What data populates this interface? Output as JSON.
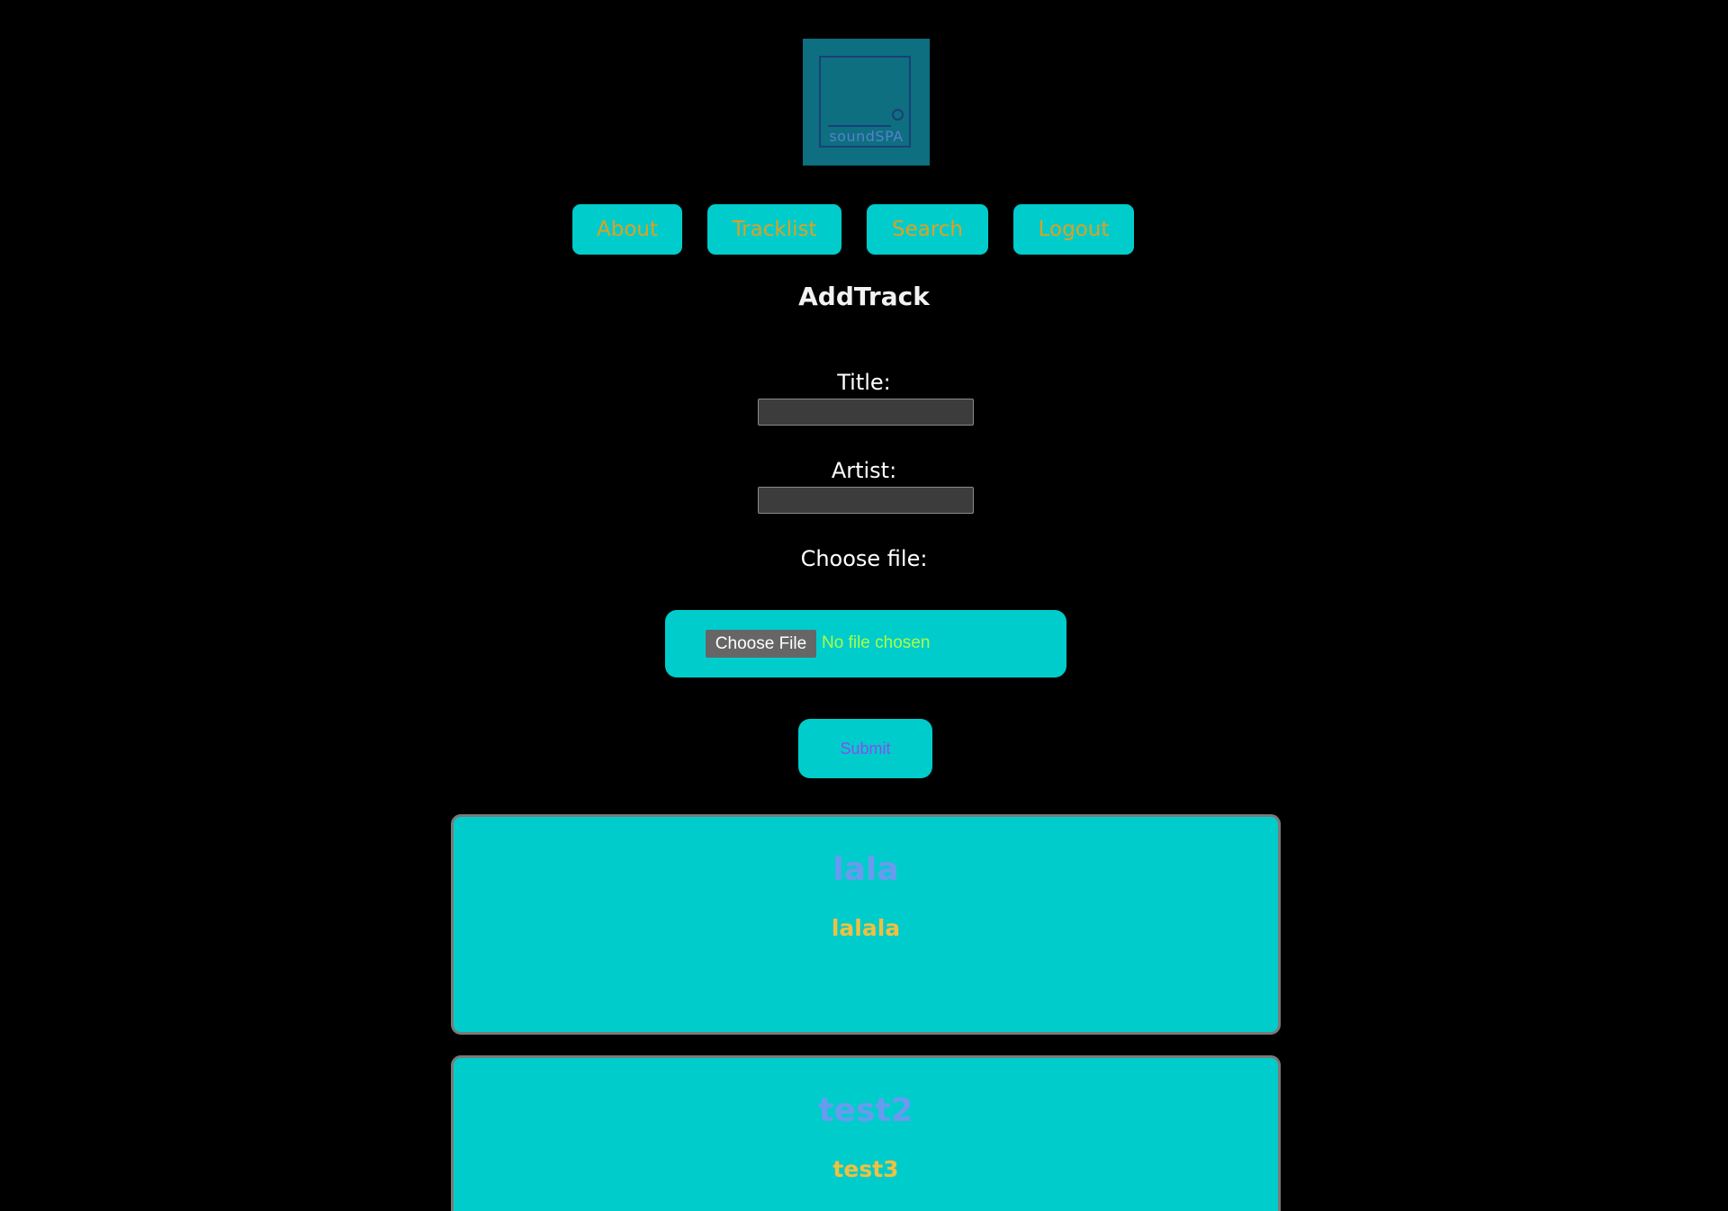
{
  "logo": {
    "text": "soundSPA"
  },
  "nav": {
    "items": [
      {
        "label": "About"
      },
      {
        "label": "Tracklist"
      },
      {
        "label": "Search"
      },
      {
        "label": "Logout"
      }
    ]
  },
  "form": {
    "heading": "AddTrack",
    "title_label": "Title:",
    "title_value": "",
    "artist_label": "Artist:",
    "artist_value": "",
    "file_label": "Choose file:",
    "file_button": "Choose File",
    "file_status": "No file chosen",
    "submit_label": "Submit"
  },
  "tracks": [
    {
      "title": "lala",
      "artist": "lalala"
    },
    {
      "title": "test2",
      "artist": "test3"
    }
  ],
  "colors": {
    "background": "#000000",
    "accent": "#00cccc",
    "nav_text": "#e0a020",
    "track_title": "#6a9af0",
    "track_artist": "#f0c040",
    "submit_text": "#8a4cf0",
    "file_status": "#aaff44"
  }
}
